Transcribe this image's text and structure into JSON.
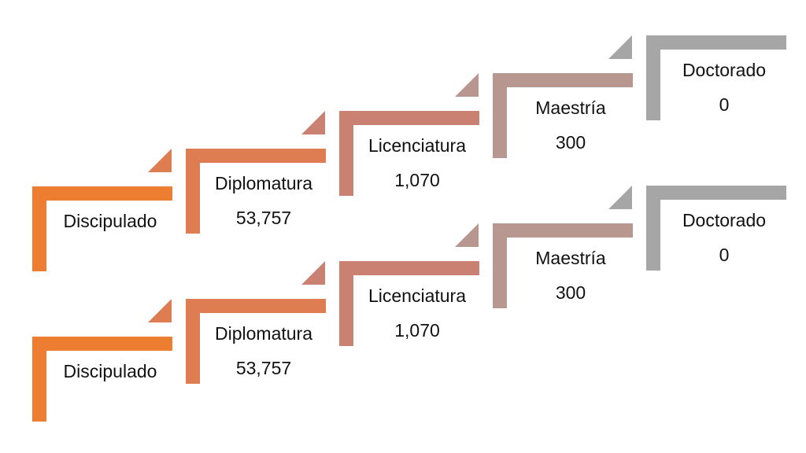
{
  "diagram": {
    "rows": [
      {
        "steps": [
          {
            "label": "Discipulado",
            "value": "",
            "color": "#ED7D31"
          },
          {
            "label": "Diplomatura",
            "value": "53,757",
            "color": "#DF7D52"
          },
          {
            "label": "Licenciatura",
            "value": "1,070",
            "color": "#CB8171"
          },
          {
            "label": "Maestría",
            "value": "300",
            "color": "#B99791"
          },
          {
            "label": "Doctorado",
            "value": "0",
            "color": "#A6A6A6"
          }
        ]
      },
      {
        "steps": [
          {
            "label": "Discipulado",
            "value": "",
            "color": "#ED7D31"
          },
          {
            "label": "Diplomatura",
            "value": "53,757",
            "color": "#DF7D52"
          },
          {
            "label": "Licenciatura",
            "value": "1,070",
            "color": "#CB8171"
          },
          {
            "label": "Maestría",
            "value": "300",
            "color": "#B99791"
          },
          {
            "label": "Doctorado",
            "value": "0",
            "color": "#A6A6A6"
          }
        ]
      }
    ]
  }
}
